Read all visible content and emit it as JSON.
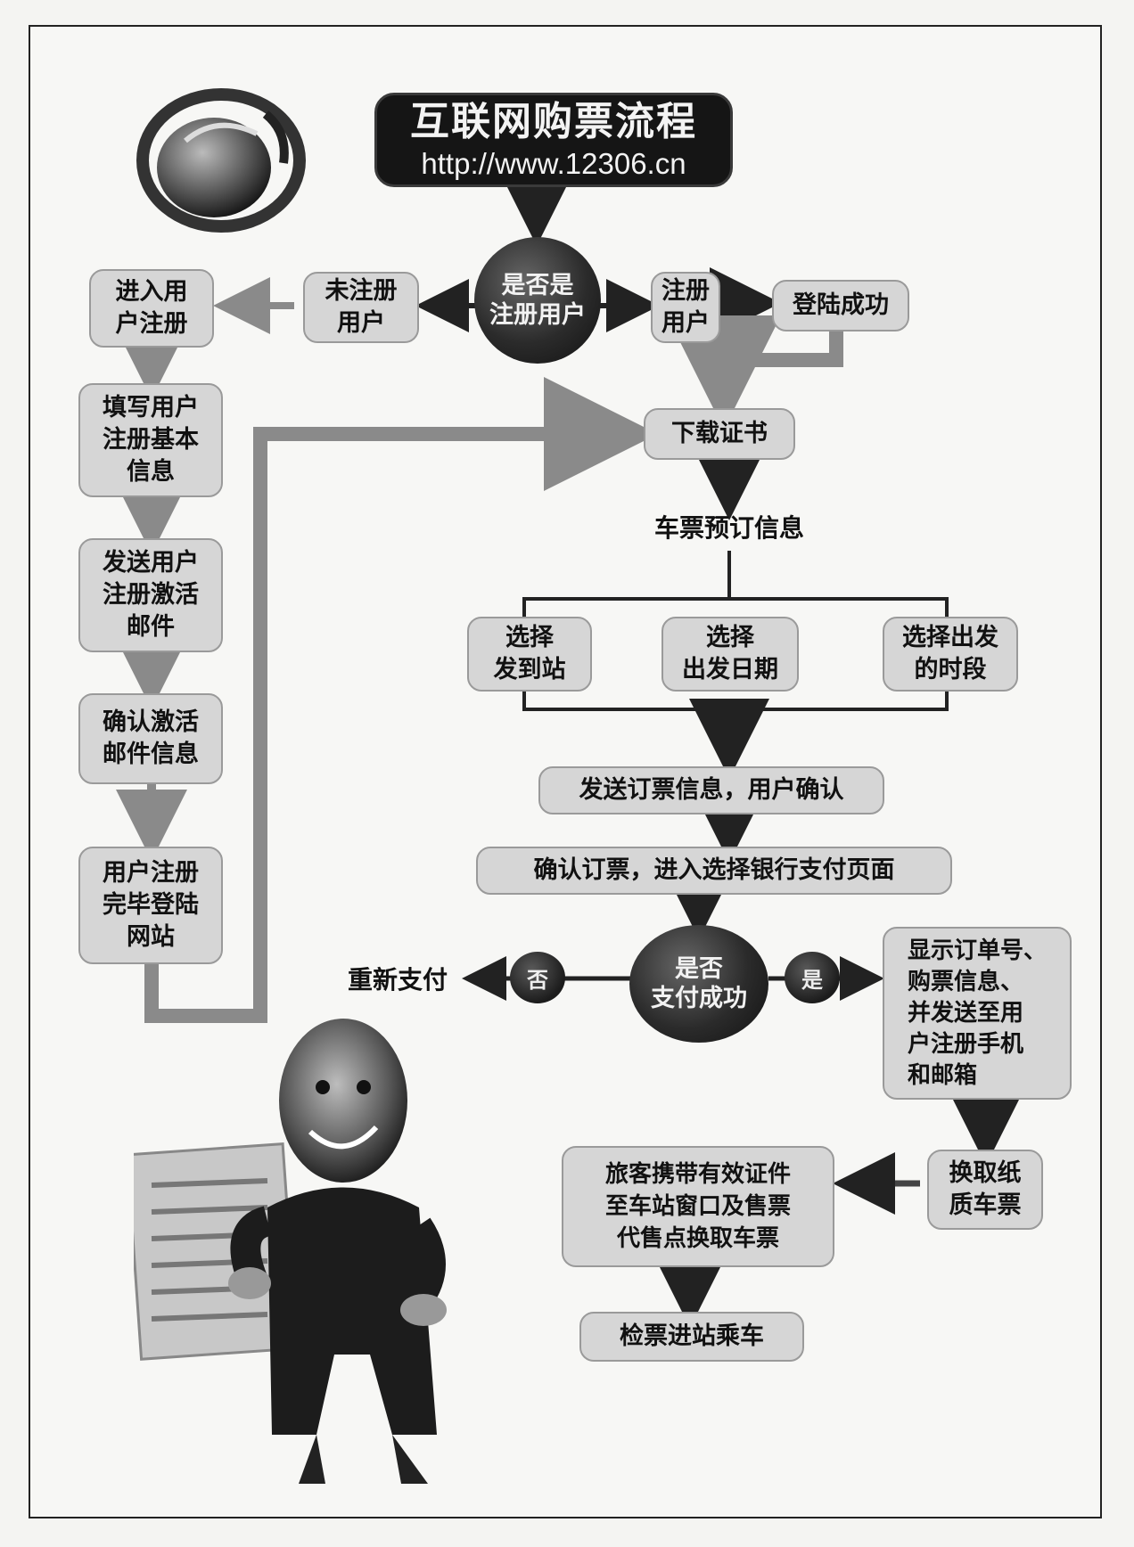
{
  "diagram": {
    "title": "互联网购票流程",
    "url": "http://www.12306.cn",
    "decision_registered": "是否是\n注册用户",
    "not_registered": "未注册\n用户",
    "registered": "注册\n用户",
    "login_success": "登陆成功",
    "left_steps": [
      "进入用\n户注册",
      "填写用户\n注册基本\n信息",
      "发送用户\n注册激活\n邮件",
      "确认激活\n邮件信息",
      "用户注册\n完毕登陆\n网站"
    ],
    "download_cert": "下载证书",
    "booking_info": "车票预订信息",
    "choices": [
      "选择\n发到站",
      "选择\n出发日期",
      "选择出发\n的时段"
    ],
    "send_order_info": "发送订票信息，用户确认",
    "confirm_order": "确认订票，进入选择银行支付页面",
    "decision_pay": "是否\n支付成功",
    "no": "否",
    "yes": "是",
    "repay": "重新支付",
    "show_order": "显示订单号、\n购票信息、\n并发送至用\n户注册手机\n和邮箱",
    "exchange_ticket": "换取纸\n质车票",
    "collect_ticket": "旅客携带有效证件\n至车站窗口及售票\n代售点换取车票",
    "board": "检票进站乘车"
  },
  "icons": [
    "mouse-globe-icon",
    "businessman-with-ticket-illustration"
  ],
  "colors": {
    "box_fill": "#d6d6d6",
    "dark_node": "#1a1a1a",
    "arrow": "#2a2a2a",
    "pipe": "#8a8a8a"
  }
}
